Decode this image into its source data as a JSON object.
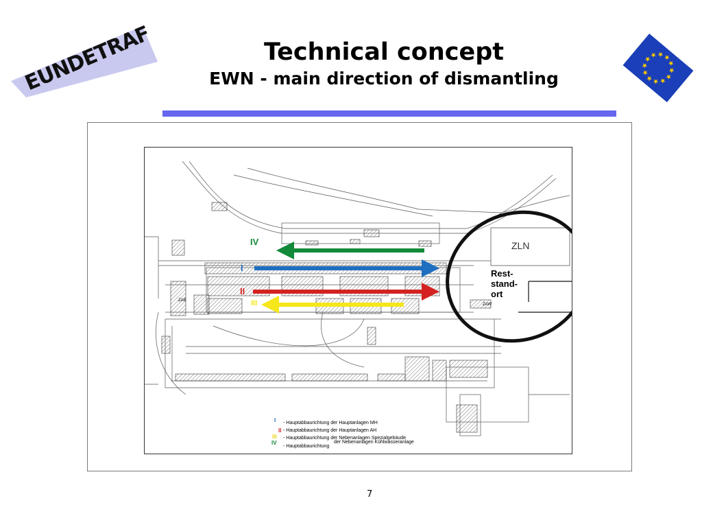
{
  "logo": {
    "text": "EUNDETRAF"
  },
  "header": {
    "title": "Technical concept",
    "subtitle": "EWN - main direction of dismantling"
  },
  "flag": {
    "icon": "eu-flag-icon",
    "color": "#1a3fb8",
    "star_color": "#ffcc00"
  },
  "map": {
    "arrows": [
      {
        "id": "I",
        "label": "I",
        "color": "#1f6fc0",
        "direction": "east"
      },
      {
        "id": "II",
        "label": "II",
        "color": "#d42222",
        "direction": "east"
      },
      {
        "id": "III",
        "label": "III",
        "color": "#f6e61c",
        "direction": "west"
      },
      {
        "id": "IV",
        "label": "IV",
        "color": "#138a3a",
        "direction": "west"
      }
    ],
    "zln_label": "ZLN",
    "zab_label": "ZAB",
    "zaw_label": "ZAW",
    "reststandort": {
      "line1": "Rest-",
      "line2": "stand-",
      "line3": "ort"
    },
    "legend": [
      {
        "num": "I",
        "color": "#1f6fc0",
        "text": "- Hauptabbaurichtung der Hauptanlagen MH"
      },
      {
        "num": "II",
        "color": "#d42222",
        "text": "- Hauptabbaurichtung der Hauptanlagen AH"
      },
      {
        "num": "III",
        "color": "#e8d818",
        "text": "- Hauptabbaurichtung der Nebenanlagen Spezialgebäude"
      },
      {
        "num": "IV",
        "color": "#138a3a",
        "text": "- Hauptabbaurichtung",
        "extra": "der Nebenanlagen Kühlwasseranlage"
      }
    ]
  },
  "footer": {
    "page_number": "7"
  }
}
